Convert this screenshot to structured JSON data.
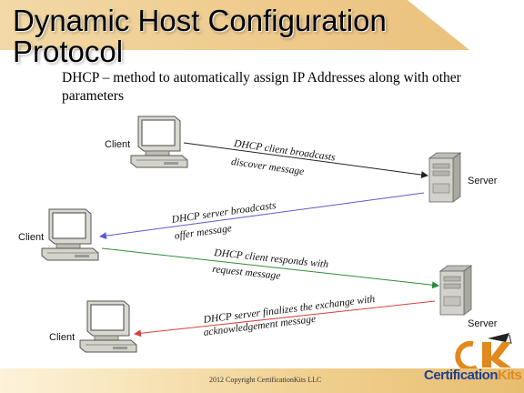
{
  "slide": {
    "title_line1": "Dynamic Host Configuration",
    "title_line2": "Protocol",
    "subtitle_line1": "DHCP – method to automatically assign IP Addresses along with other",
    "subtitle_line2": "parameters"
  },
  "nodes": {
    "client1": "Client",
    "client2": "Client",
    "client3": "Client",
    "server1": "Server",
    "server2": "Server"
  },
  "messages": {
    "m1_line1": "DHCP client broadcasts",
    "m1_line2": "discover message",
    "m2_line1": "DHCP server broadcasts",
    "m2_line2": "offer message",
    "m3_line1": "DHCP client responds with",
    "m3_line2": "request message",
    "m4_line1": "DHCP server finalizes the exchange with",
    "m4_line2": "acknowledgement message"
  },
  "arrow_colors": {
    "discover": "#222222",
    "offer": "#5a5acc",
    "request": "#2e8b3a",
    "ack": "#d84040"
  },
  "footer": {
    "copyright": "2012 Copyright CertificationKits  LLC",
    "logo_part1": "Certification",
    "logo_part2": "Kits"
  }
}
